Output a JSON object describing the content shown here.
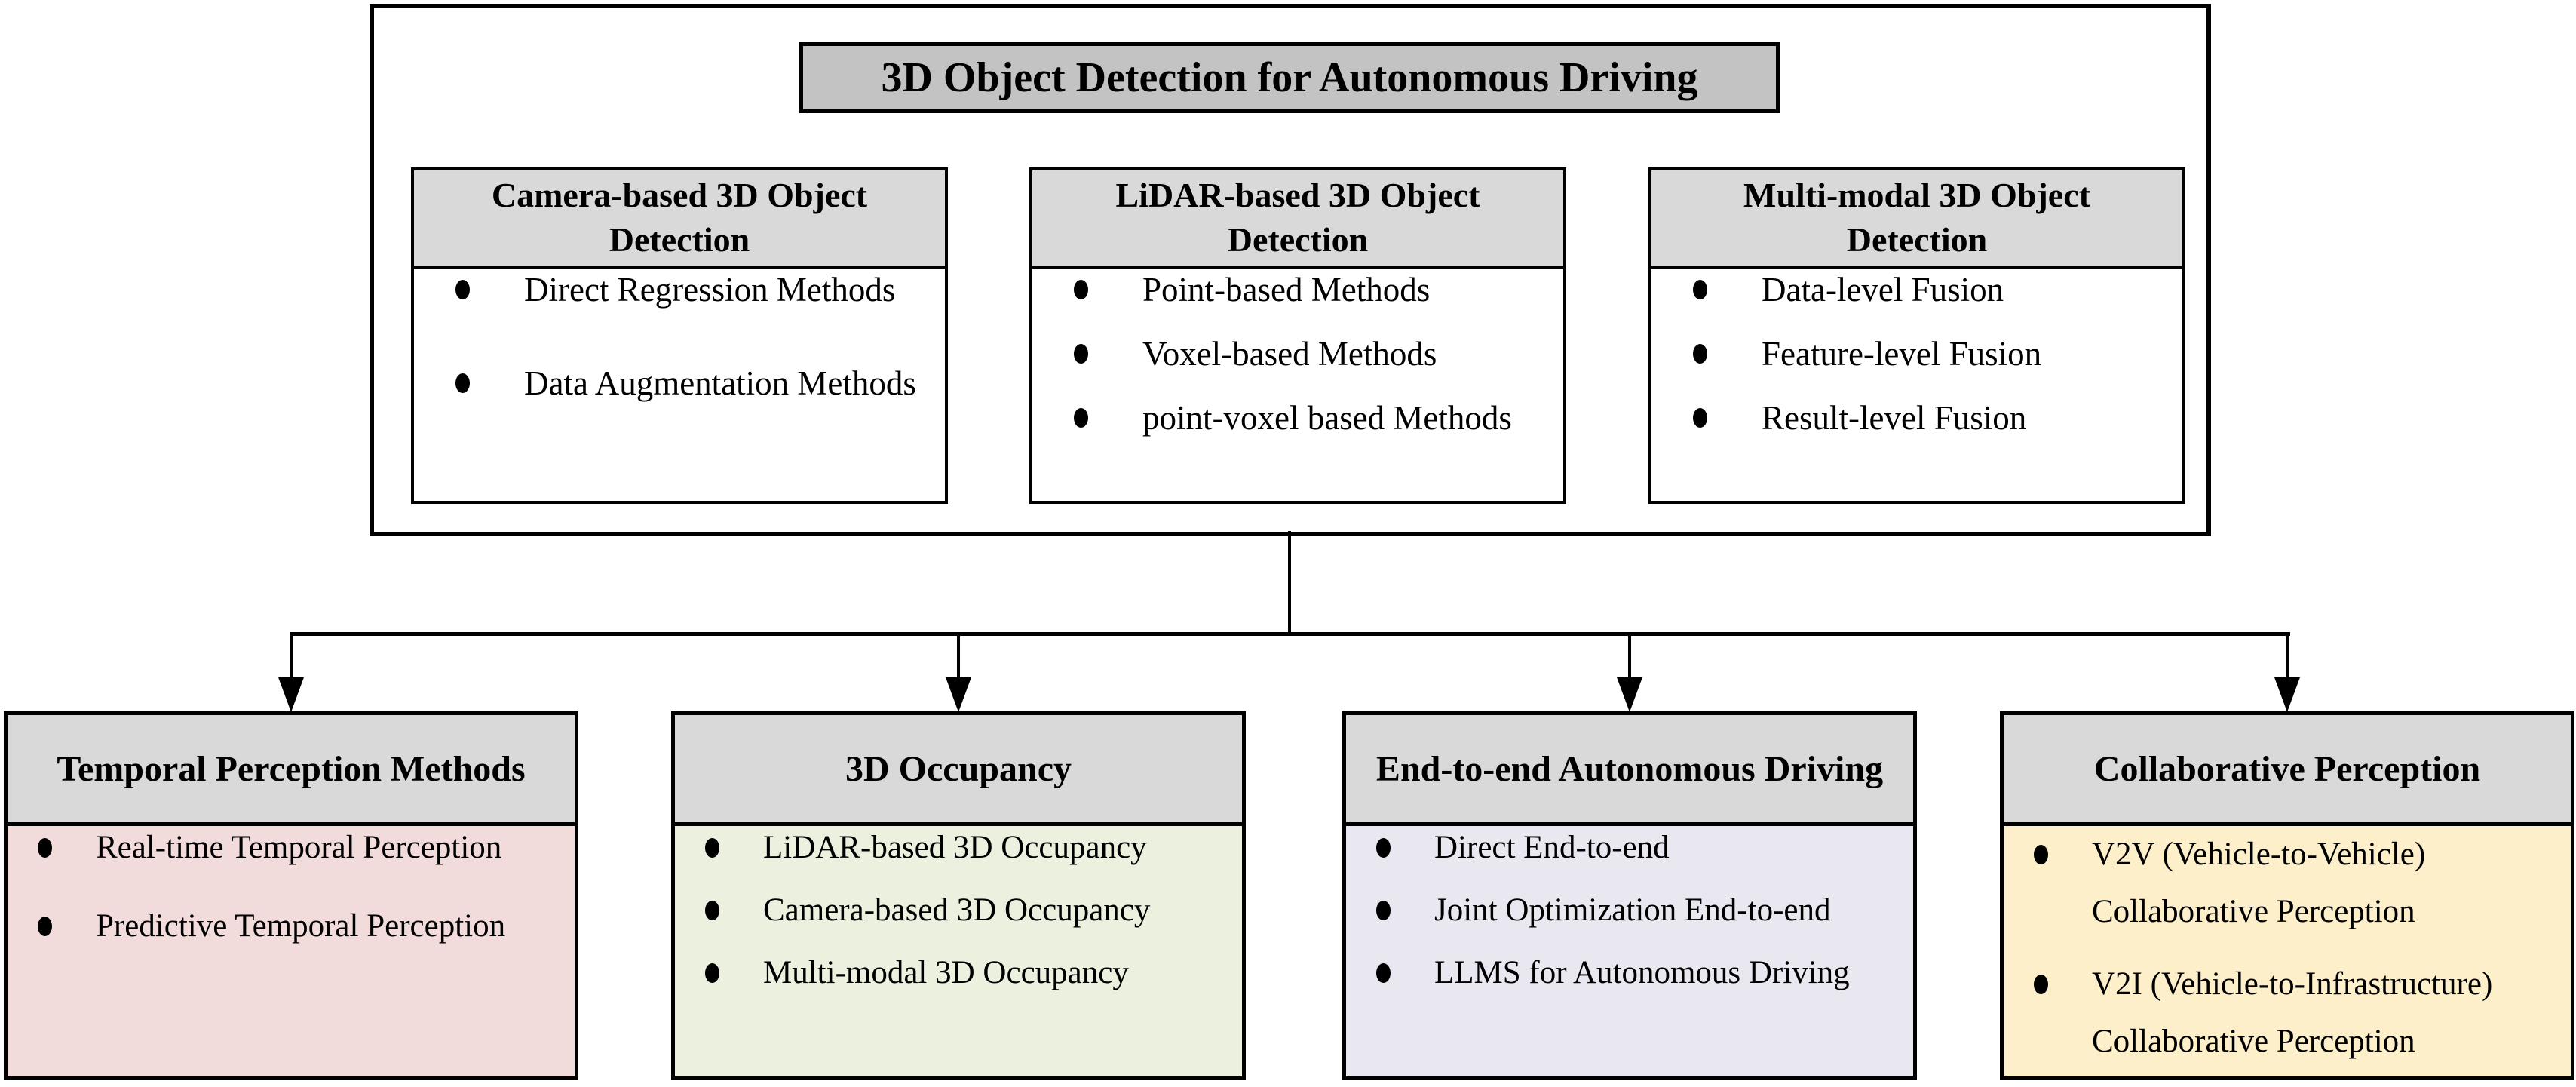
{
  "diagram": {
    "root_title": "3D Object Detection for Autonomous Driving",
    "top_boxes": [
      {
        "title": "Camera-based 3D Object Detection",
        "items": [
          "Direct Regression Methods",
          "Data Augmentation Methods"
        ]
      },
      {
        "title": "LiDAR-based 3D Object Detection",
        "items": [
          "Point-based Methods",
          "Voxel-based Methods",
          "point-voxel based Methods"
        ]
      },
      {
        "title": "Multi-modal 3D Object Detection",
        "items": [
          "Data-level Fusion",
          "Feature-level Fusion",
          "Result-level Fusion"
        ]
      }
    ],
    "bottom_boxes": [
      {
        "title": "Temporal Perception Methods",
        "body_color": "#f2dcdb",
        "items": [
          "Real-time Temporal Perception",
          "Predictive Temporal Perception"
        ]
      },
      {
        "title": "3D Occupancy",
        "body_color": "#ebf1de",
        "items": [
          "LiDAR-based 3D Occupancy",
          "Camera-based 3D Occupancy",
          "Multi-modal 3D Occupancy"
        ]
      },
      {
        "title": "End-to-end Autonomous Driving",
        "body_color": "#e9e8f0",
        "items": [
          "Direct End-to-end",
          "Joint Optimization End-to-end",
          "LLMS for Autonomous Driving"
        ]
      },
      {
        "title": "Collaborative Perception",
        "body_color": "#fcefc9",
        "items": [
          "V2V (Vehicle-to-Vehicle) Collaborative Perception",
          "V2I (Vehicle-to-Infrastructure) Collaborative Perception"
        ]
      }
    ],
    "colors": {
      "title_bar_gray": "#c3c3c3",
      "header_gray": "#d9d9d9",
      "border_black": "#000000"
    }
  }
}
